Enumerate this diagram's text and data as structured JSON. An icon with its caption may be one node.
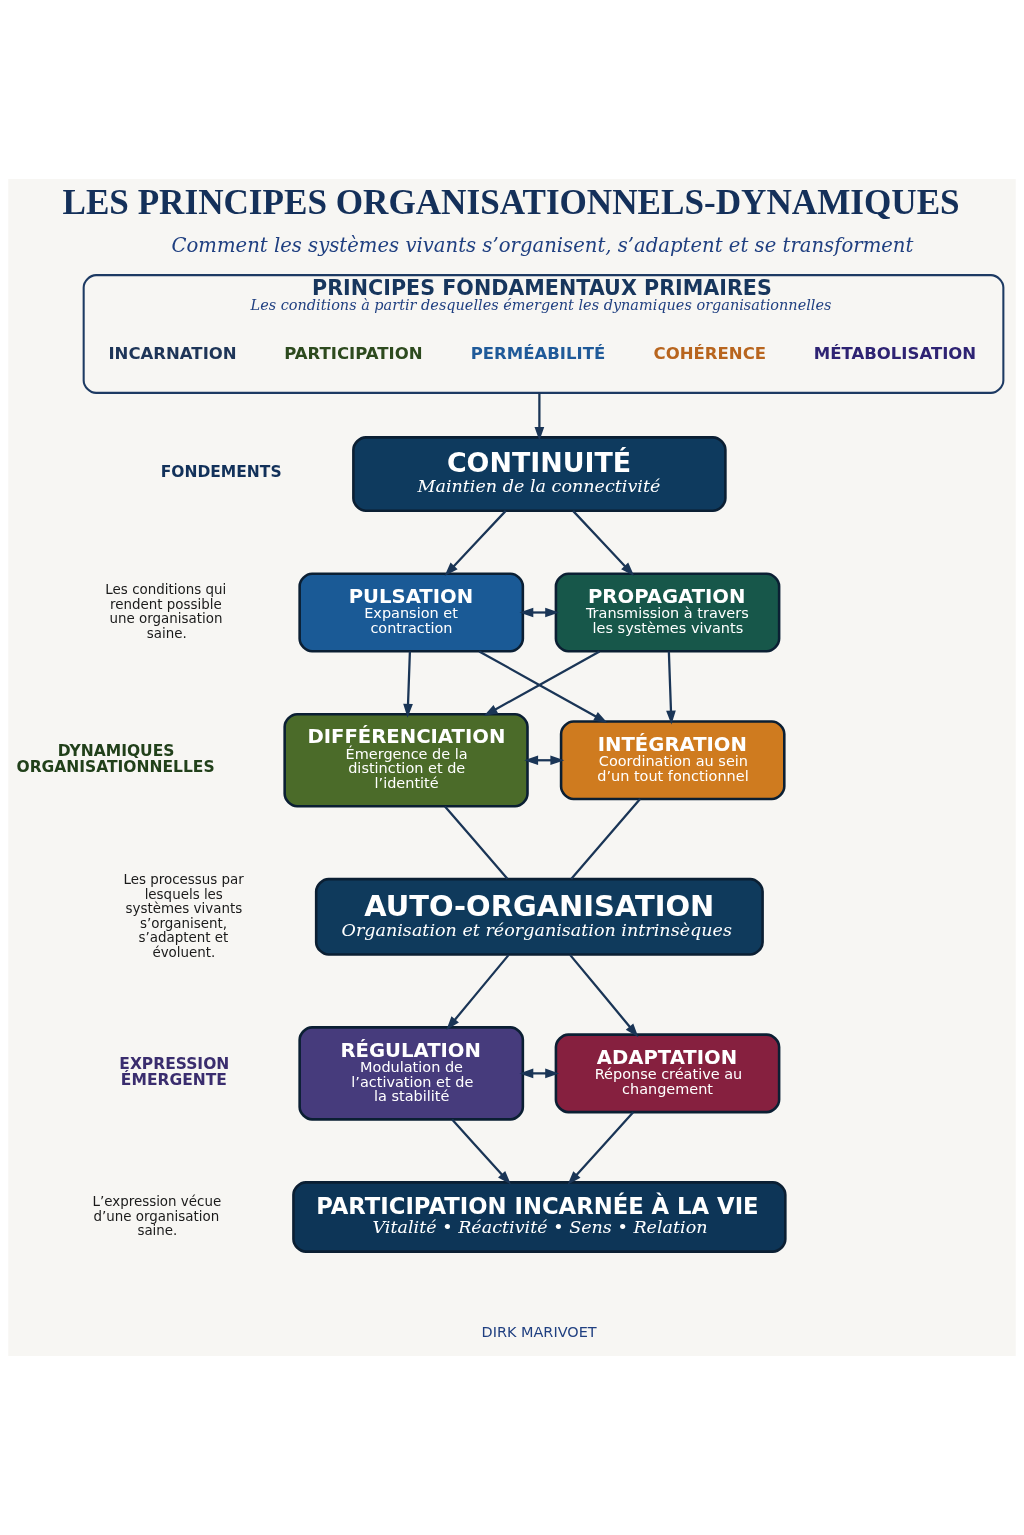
{
  "diagram": {
    "title": "LES PRINCIPES ORGANISATIONNELS-DYNAMIQUES",
    "nodes": [
      {
        "text": [
          "PRINCIPES FONDAMENTAUX PRIMAIRES",
          "Les conditions à partir desquelles émergent les dynamiques organisationnelles"
        ]
      },
      {
        "text": [
          "INCARNATION"
        ],
        "in": 0
      },
      {
        "text": [
          "PARTICIPATION"
        ],
        "in": 0
      },
      {
        "text": [
          "PERMÉABILITÉ"
        ],
        "in": 0
      },
      {
        "text": [
          "COHÉRENCE"
        ],
        "in": 0
      },
      {
        "text": [
          "MÉTABOLISATION"
        ],
        "in": 0
      },
      {
        "text": [
          "CONTINUITÉ",
          "Maintien de la connectivité"
        ]
      },
      {
        "text": [
          "PULSATION",
          "Expansion et contraction"
        ]
      },
      {
        "text": [
          "PROPAGATION",
          "Transmission à travers les systèmes vivants"
        ]
      },
      {
        "text": [
          "DIFFÉRENCIATION",
          "Émergence de la distinction et de l’identité"
        ]
      },
      {
        "text": [
          "INTÉGRATION",
          "Coordination au sein d’un tout fonctionnel"
        ]
      },
      {
        "text": [
          "AUTO-ORGANISATION",
          "Organisation et réorganisation intrinsèques"
        ]
      },
      {
        "text": [
          "RÉGULATION",
          "Modulation de l’activation et de la stabilité"
        ]
      },
      {
        "text": [
          "ADAPTATION",
          "Réponse créative au changement"
        ]
      },
      {
        "text": [
          "PARTICIPATION INCARNÉE À LA VIE",
          "Vitalité • Réactivité • Sens • Relation"
        ]
      }
    ],
    "edges": [
      {
        "from": 0,
        "to": 6,
        "arrow": "to"
      },
      {
        "from": 6,
        "to": 7,
        "arrow": "to"
      },
      {
        "from": 6,
        "to": 8,
        "arrow": "to"
      },
      {
        "from": 7,
        "to": 8,
        "arrow": "both"
      },
      {
        "from": 7,
        "to": 9,
        "arrow": "to"
      },
      {
        "from": 7,
        "to": 10,
        "arrow": "to"
      },
      {
        "from": 8,
        "to": 9,
        "arrow": "to"
      },
      {
        "from": 8,
        "to": 10,
        "arrow": "to"
      },
      {
        "from": 9,
        "to": 10,
        "arrow": "both"
      },
      {
        "from": 9,
        "to": 11,
        "arrow": "none"
      },
      {
        "from": 10,
        "to": 11,
        "arrow": "none"
      },
      {
        "from": 11,
        "to": 12,
        "arrow": "to"
      },
      {
        "from": 11,
        "to": 13,
        "arrow": "to"
      },
      {
        "from": 12,
        "to": 13,
        "arrow": "both"
      },
      {
        "from": 12,
        "to": 14,
        "arrow": "to"
      },
      {
        "from": 13,
        "to": 14,
        "arrow": "to"
      }
    ],
    "labels": [
      "Comment les systèmes vivants s’organisent, s’adaptent et se transforment",
      "FONDEMENTS",
      "Les conditions qui rendent possible une organisation saine.",
      "DYNAMIQUES ORGANISATIONNELLES",
      "Les processus par lesquels les systèmes vivants s’organisent, s’adaptent et évoluent.",
      "EXPRESSION ÉMERGENTE",
      "L’expression vécue d’une organisation saine.",
      "DIRK MARIVOET"
    ]
  }
}
